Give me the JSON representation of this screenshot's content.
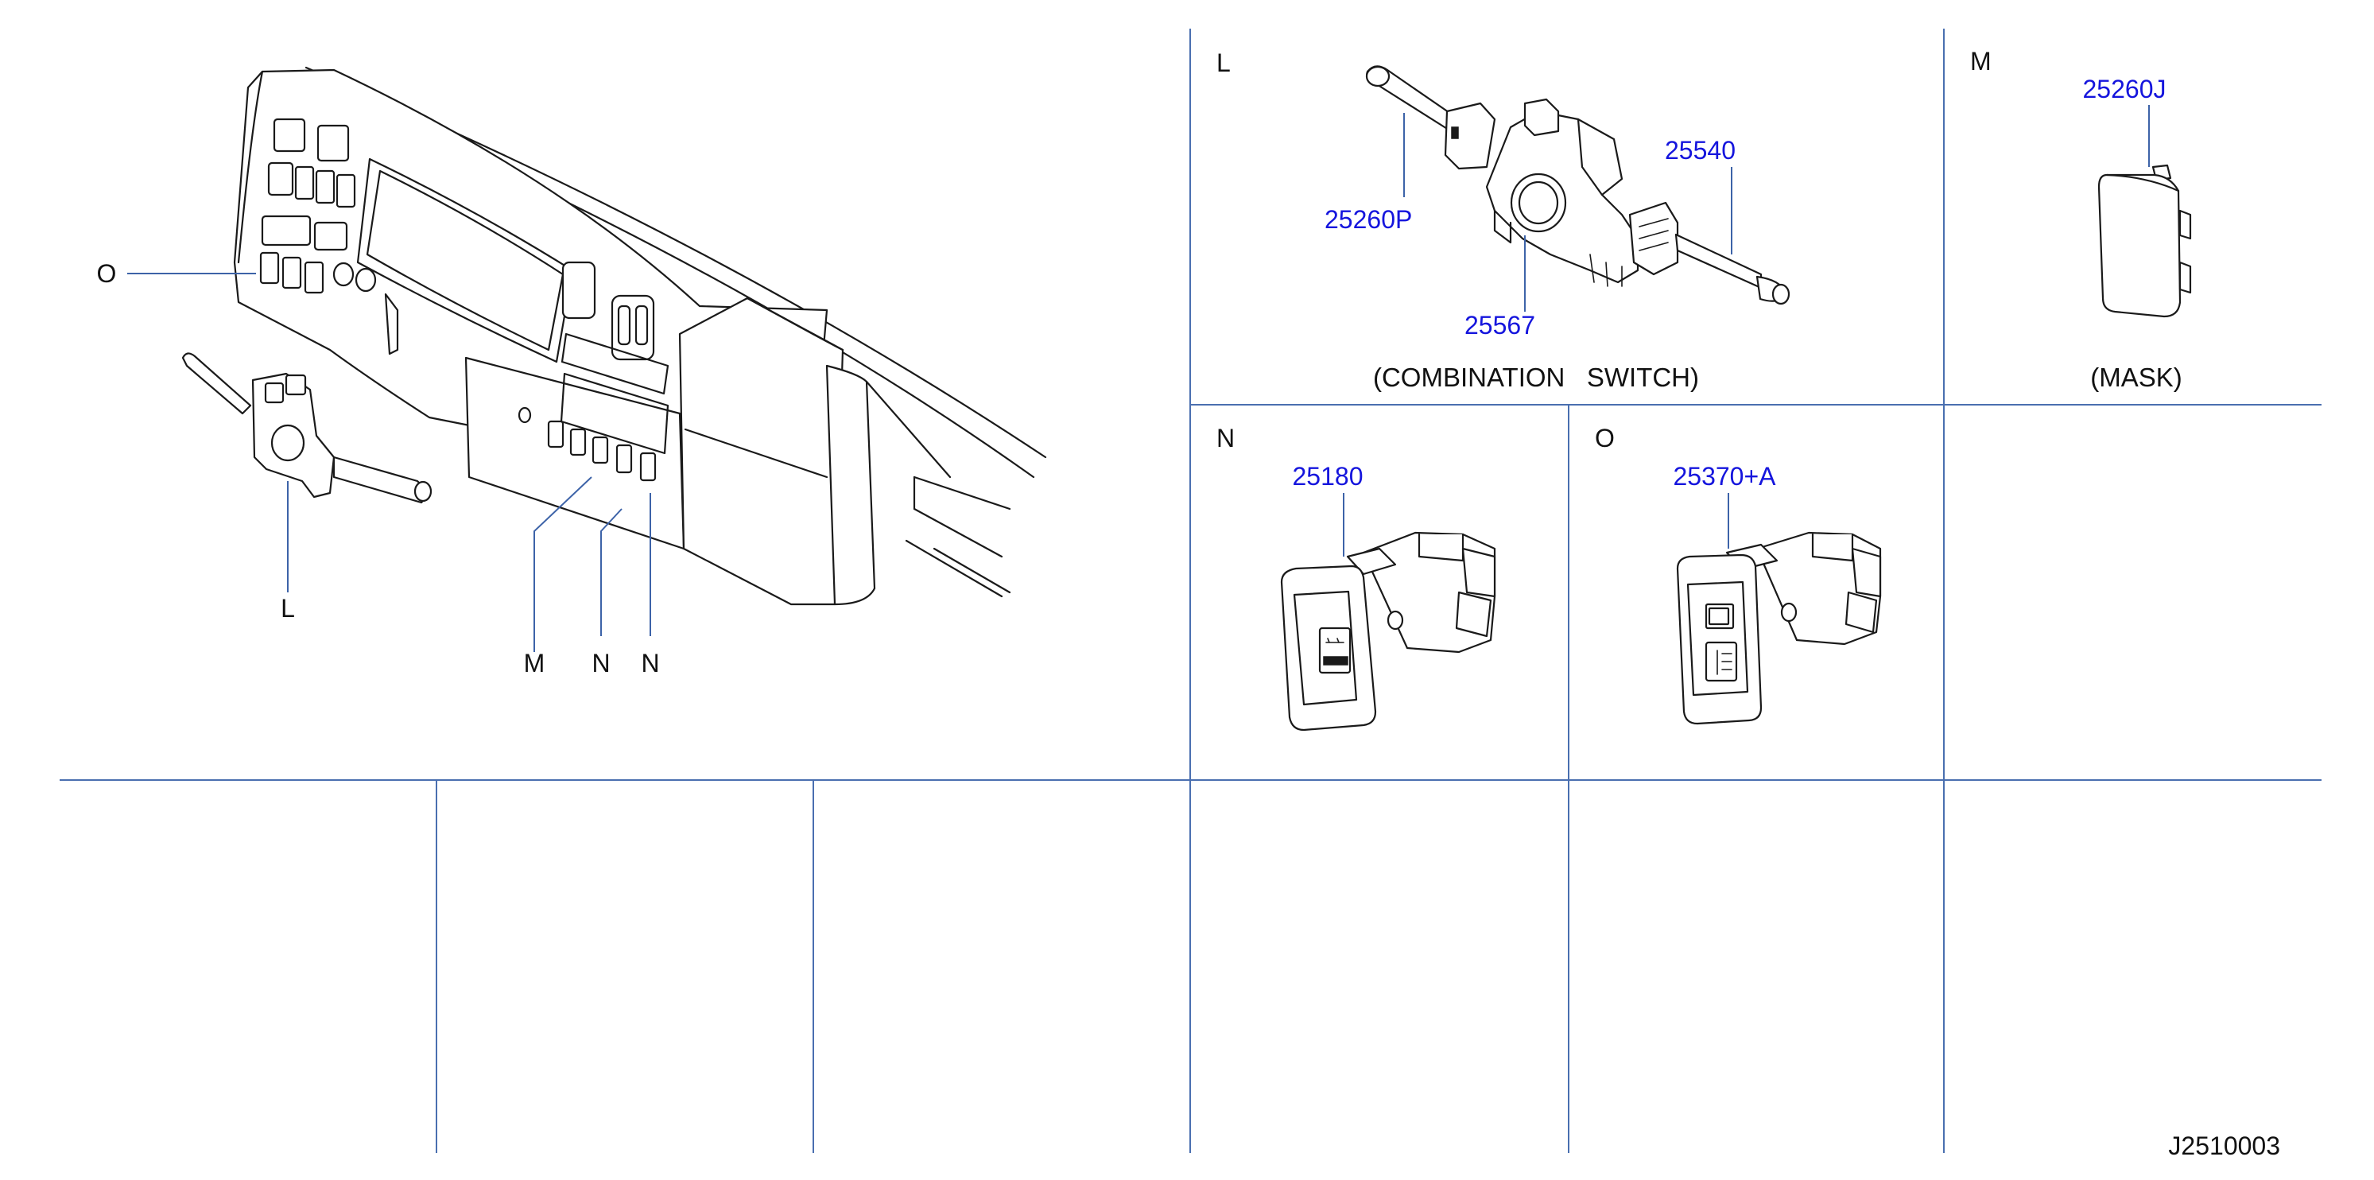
{
  "callouts": {
    "o": "O",
    "l": "L",
    "m": "M",
    "n1": "N",
    "n2": "N"
  },
  "panels": {
    "l": {
      "letter": "L",
      "caption": "(COMBINATION   SWITCH)",
      "parts": [
        "25260P",
        "25567",
        "25540"
      ]
    },
    "m": {
      "letter": "M",
      "caption": "(MASK)",
      "parts": [
        "25260J"
      ]
    },
    "n": {
      "letter": "N",
      "parts": [
        "25180"
      ]
    },
    "o": {
      "letter": "O",
      "parts": [
        "25370+A"
      ]
    }
  },
  "drawing_code": "J2510003",
  "colors": {
    "part_number": "#1515dd",
    "grid_line": "#4a6fb0",
    "ink": "#1a1a1a"
  }
}
